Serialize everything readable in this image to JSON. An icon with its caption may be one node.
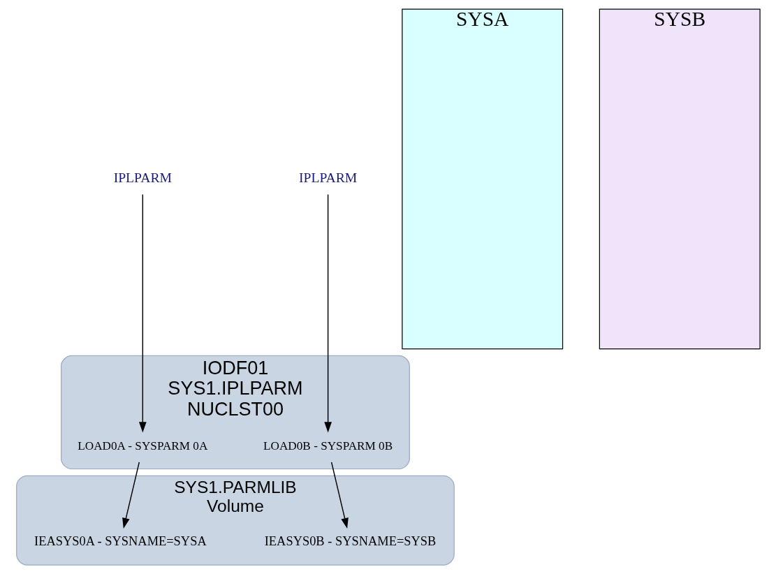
{
  "diagram": {
    "nodes": [
      {
        "text": [
          "IPLPARM"
        ]
      },
      {
        "text": [
          "IODF01",
          "SYS1.IPLPARM",
          "NUCLST00"
        ]
      },
      {
        "text": [
          "LOAD0A - SYSPARM 0A"
        ],
        "in": 1
      },
      {
        "text": [
          "LOAD0B - SYSPARM 0B"
        ],
        "in": 1
      },
      {
        "text": [
          "IPLPARM"
        ]
      },
      {
        "text": [
          "SYSA"
        ]
      },
      {
        "text": [
          "SYSB"
        ]
      },
      {
        "text": [
          "SYS1.PARMLIB",
          "Volume"
        ]
      },
      {
        "text": [
          "IEASYS0A - SYSNAME=SYSA"
        ],
        "in": 7
      },
      {
        "text": [
          "IEASYS0B - SYSNAME=SYSB"
        ],
        "in": 7
      }
    ],
    "edges": [
      {
        "from": 0,
        "to": 2,
        "arrow": "to"
      },
      {
        "from": 4,
        "to": 3,
        "arrow": "to"
      },
      {
        "from": 2,
        "to": 8,
        "arrow": "to"
      },
      {
        "from": 3,
        "to": 9,
        "arrow": "to"
      }
    ]
  }
}
